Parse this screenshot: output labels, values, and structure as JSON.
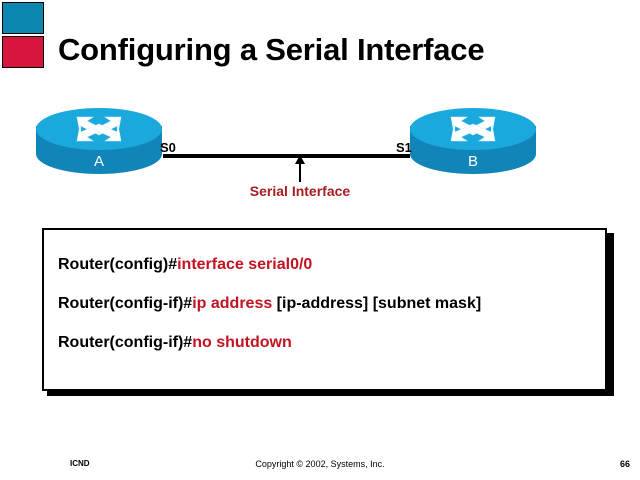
{
  "slide": {
    "title": "Configuring a Serial Interface",
    "logo": {
      "top_color": "#0d87b0",
      "bottom_color": "#d6163c",
      "top_name": "logo-square-teal",
      "bottom_name": "logo-square-red"
    }
  },
  "diagram": {
    "routers": [
      {
        "label": "A",
        "icon": "router-icon",
        "side": "left"
      },
      {
        "label": "B",
        "icon": "router-icon",
        "side": "right"
      }
    ],
    "ports": [
      {
        "label": "S0"
      },
      {
        "label": "S1"
      }
    ],
    "link_caption": "Serial Interface",
    "link_caption_color": "#a81c20",
    "router_top_color": "#1aa8dd",
    "router_body_color": "#1185b8"
  },
  "commands": [
    {
      "prompt": "Router(config)#",
      "command": "interface serial0/0",
      "suffix": ""
    },
    {
      "prompt": "Router(config-if)#",
      "command": "ip address",
      "suffix": " [ip-address] [subnet mask]"
    },
    {
      "prompt": "Router(config-if)#",
      "command": "no shutdown",
      "suffix": ""
    }
  ],
  "command_color": "#c41220",
  "footer": {
    "course": "ICND",
    "copyright": "Copyright © 2002, Systems, Inc.",
    "page": "66"
  }
}
